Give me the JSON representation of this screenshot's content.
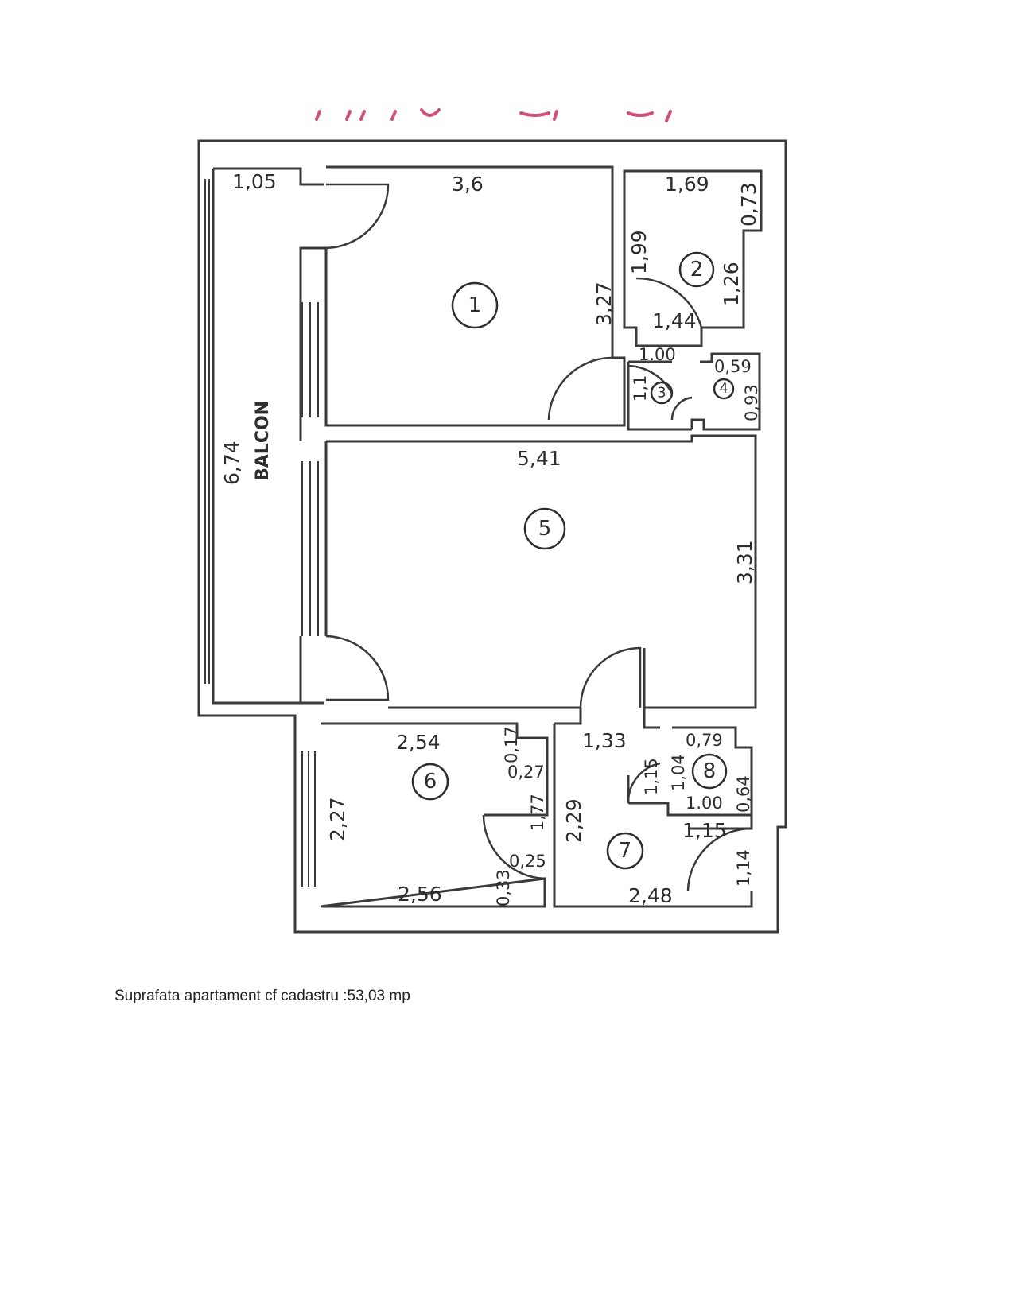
{
  "plan": {
    "balcony": {
      "label": "BALCON",
      "length": "6,74",
      "width": "1,05"
    },
    "rooms": [
      {
        "number": "1",
        "dims": [
          "3,6",
          "3,27"
        ]
      },
      {
        "number": "2",
        "dims": [
          "1,69",
          "0,73",
          "1,99",
          "1,26",
          "1,44"
        ]
      },
      {
        "number": "3",
        "dims": [
          "1.00",
          "1,1"
        ]
      },
      {
        "number": "4",
        "dims": [
          "0,59",
          "0,93"
        ]
      },
      {
        "number": "5",
        "dims": [
          "5,41",
          "3,31"
        ]
      },
      {
        "number": "6",
        "dims": [
          "2,54",
          "0,17",
          "0,27",
          "1,77",
          "2,27",
          "0,25",
          "0,33",
          "2,56"
        ]
      },
      {
        "number": "7",
        "dims": [
          "1,33",
          "2,29",
          "1,15",
          "1,14",
          "2,48"
        ]
      },
      {
        "number": "8",
        "dims": [
          "0,79",
          "1,15",
          "1,04",
          "1.00",
          "0,64"
        ]
      }
    ]
  },
  "footer": {
    "text": "Suprafata apartament cf cadastru :53,03 mp"
  },
  "colors": {
    "ink": "#3a3a3a",
    "handwriting": "#d0507a"
  }
}
